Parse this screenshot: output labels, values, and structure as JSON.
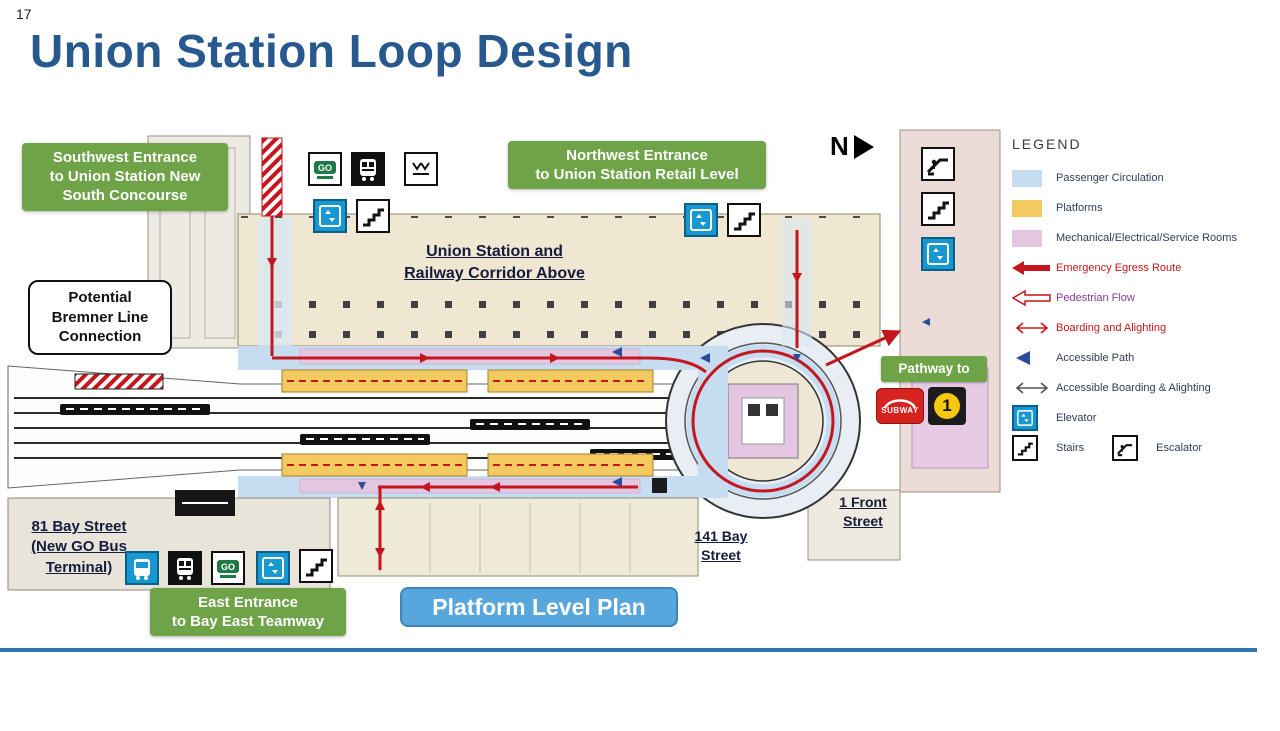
{
  "slide": {
    "page_number": "17",
    "title": "Union Station Loop Design"
  },
  "callouts": {
    "southwest": {
      "line1": "Southwest Entrance",
      "line2": "to Union Station New",
      "line3": "South Concourse"
    },
    "northwest": {
      "line1": "Northwest Entrance",
      "line2": "to Union Station Retail Level"
    },
    "east": {
      "line1": "East Entrance",
      "line2": "to Bay East Teamway"
    },
    "bremner": {
      "line1": "Potential",
      "line2": "Bremner Line",
      "line3": "Connection"
    },
    "pathway": {
      "label": "Pathway to"
    }
  },
  "badges": {
    "subway": "SUBWAY",
    "line1": "1",
    "go": "GO"
  },
  "map_labels": {
    "north": "N",
    "corridor_line1": "Union Station and",
    "corridor_line2": "Railway Corridor Above",
    "bay81_line1": "81 Bay Street",
    "bay81_line2": "(New GO Bus",
    "bay81_line3": "Terminal)",
    "bay141_line1": "141 Bay",
    "bay141_line2": "Street",
    "front1_line1": "1 Front",
    "front1_line2": "Street",
    "plan_title": "Platform Level Plan"
  },
  "legend": {
    "title": "LEGEND",
    "items": [
      {
        "label": "Passenger Circulation",
        "swatch": "#c6ddf1"
      },
      {
        "label": "Platforms",
        "swatch": "#f3ca60"
      },
      {
        "label": "Mechanical/Electrical/Service Rooms",
        "swatch": "#e3c6e0"
      },
      {
        "label": "Emergency Egress Route",
        "color": "#c4161c"
      },
      {
        "label": "Pedestrian Flow",
        "color": "#8d3b93"
      },
      {
        "label": "Boarding and Alighting",
        "color": "#c4161c"
      },
      {
        "label": "Accessible Path",
        "color": "#333c5a"
      },
      {
        "label": "Accessible Boarding & Alighting",
        "color": "#333c5a"
      },
      {
        "label": "Elevator",
        "color": "#333c5a"
      },
      {
        "label": "Stairs",
        "color": "#333c5a"
      },
      {
        "label": "Escalator",
        "color": "#333c5a"
      }
    ]
  },
  "colors": {
    "title": "#27598f",
    "callout_green": "#6ea348",
    "plan_box_blue": "#57a7de",
    "footer_blue": "#2e74b5",
    "passenger_circulation": "#c6ddf1",
    "platforms": "#f3ca60",
    "mechanical_rooms": "#e3c6e0",
    "egress_red": "#c4161c",
    "accessible_blue": "#2b4b9b",
    "elevator_blue": "#1898d3",
    "subway_red": "#d6231f",
    "line1_yellow": "#f6c80f"
  }
}
